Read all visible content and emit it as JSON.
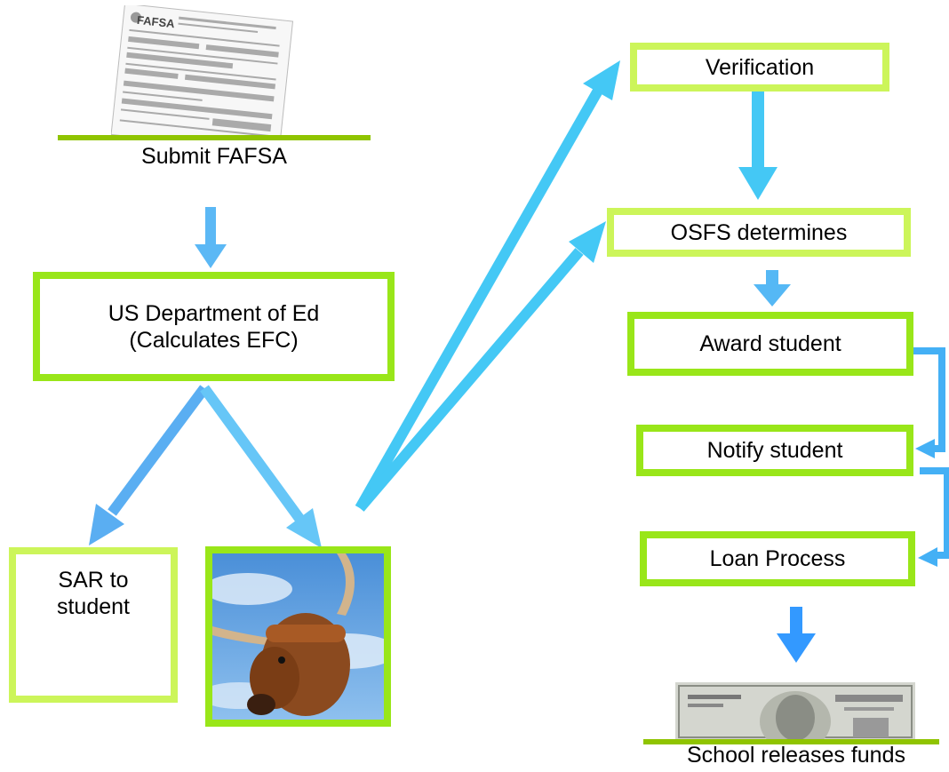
{
  "fafsa_doc": {
    "logo": "FAFSA"
  },
  "steps": {
    "submit": "Submit FAFSA",
    "us_dept_line1": "US Department of Ed",
    "us_dept_line2": "(Calculates EFC)",
    "sar_line1": "SAR to",
    "sar_line2": "student",
    "verification": "Verification",
    "osfs": "OSFS determines",
    "award": "Award student",
    "notify": "Notify student",
    "loan": "Loan Process",
    "release": "School releases funds"
  },
  "colors": {
    "box_border": "#99e619",
    "box_border_light": "#ccf55a",
    "arrow_light": "#44c8f5",
    "arrow_mid": "#5bb8f5",
    "arrow_dark": "#3399ff"
  }
}
